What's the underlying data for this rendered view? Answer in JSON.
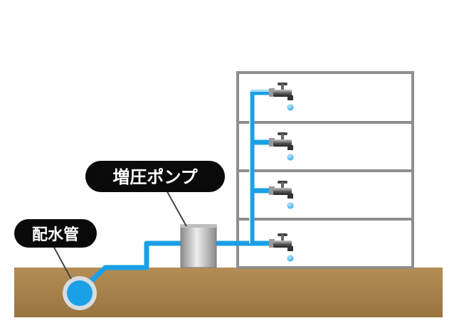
{
  "labels": {
    "pump": "増圧ポンプ",
    "main_pipe": "配水管"
  },
  "colors": {
    "ground_top": "#b08a52",
    "ground_bottom": "#9a7440",
    "pipe": "#1aa0e6",
    "building_frame": "#8f8f8f",
    "pump_light": "#e2e2e2",
    "pump_dark": "#8c8c8c",
    "label_bg": "#0a0a0a",
    "water_drop": "#3db3ee"
  },
  "building": {
    "floors": 4
  },
  "icons": {
    "faucet": "faucet-icon",
    "drop": "water-drop-icon",
    "pump": "pump-icon"
  }
}
